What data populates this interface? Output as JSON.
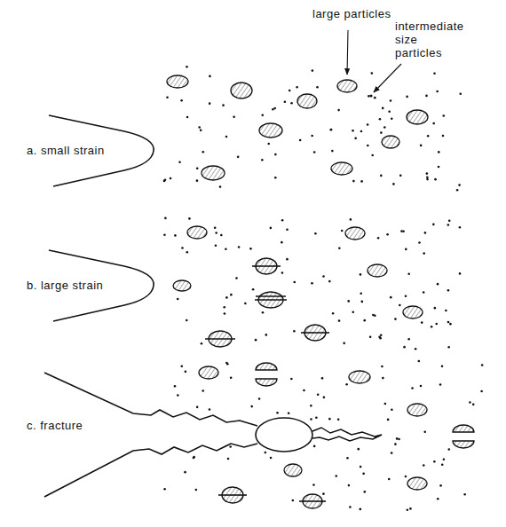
{
  "diagram": {
    "labels": [
      "large particles",
      "intermediate size particles",
      "a. small strain",
      "b. large strain",
      "c. fracture"
    ]
  }
}
